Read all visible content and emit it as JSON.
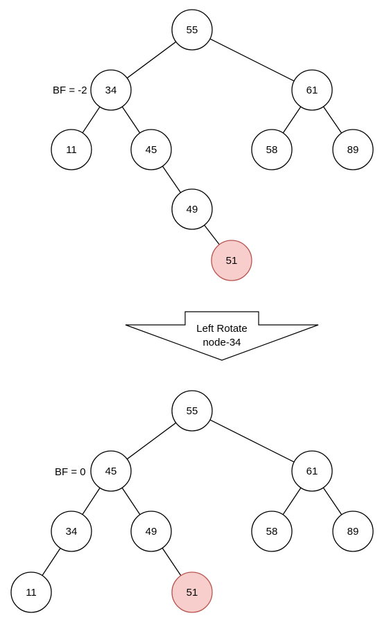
{
  "colors": {
    "highlight_fill": "#f8cecc",
    "highlight_stroke": "#b85450"
  },
  "trees": [
    {
      "label": "BF = -2",
      "label_node": "n34",
      "nodes": [
        {
          "id": "n55",
          "value": "55",
          "highlight": false
        },
        {
          "id": "n34",
          "value": "34",
          "highlight": false
        },
        {
          "id": "n61",
          "value": "61",
          "highlight": false
        },
        {
          "id": "n11",
          "value": "11",
          "highlight": false
        },
        {
          "id": "n45",
          "value": "45",
          "highlight": false
        },
        {
          "id": "n58",
          "value": "58",
          "highlight": false
        },
        {
          "id": "n89",
          "value": "89",
          "highlight": false
        },
        {
          "id": "n49",
          "value": "49",
          "highlight": false
        },
        {
          "id": "n51",
          "value": "51",
          "highlight": true
        }
      ],
      "edges": [
        [
          "n55",
          "n34"
        ],
        [
          "n55",
          "n61"
        ],
        [
          "n34",
          "n11"
        ],
        [
          "n34",
          "n45"
        ],
        [
          "n61",
          "n58"
        ],
        [
          "n61",
          "n89"
        ],
        [
          "n45",
          "n49"
        ],
        [
          "n49",
          "n51"
        ]
      ]
    },
    {
      "label": "BF = 0",
      "label_node": "n45",
      "nodes": [
        {
          "id": "n55",
          "value": "55",
          "highlight": false
        },
        {
          "id": "n45",
          "value": "45",
          "highlight": false
        },
        {
          "id": "n61",
          "value": "61",
          "highlight": false
        },
        {
          "id": "n34",
          "value": "34",
          "highlight": false
        },
        {
          "id": "n49",
          "value": "49",
          "highlight": false
        },
        {
          "id": "n58",
          "value": "58",
          "highlight": false
        },
        {
          "id": "n89",
          "value": "89",
          "highlight": false
        },
        {
          "id": "n11",
          "value": "11",
          "highlight": false
        },
        {
          "id": "n51",
          "value": "51",
          "highlight": true
        }
      ],
      "edges": [
        [
          "n55",
          "n45"
        ],
        [
          "n55",
          "n61"
        ],
        [
          "n45",
          "n34"
        ],
        [
          "n45",
          "n49"
        ],
        [
          "n61",
          "n58"
        ],
        [
          "n61",
          "n89"
        ],
        [
          "n34",
          "n11"
        ],
        [
          "n49",
          "n51"
        ]
      ]
    }
  ],
  "arrow": {
    "line1": "Left Rotate",
    "line2": "node-34"
  }
}
